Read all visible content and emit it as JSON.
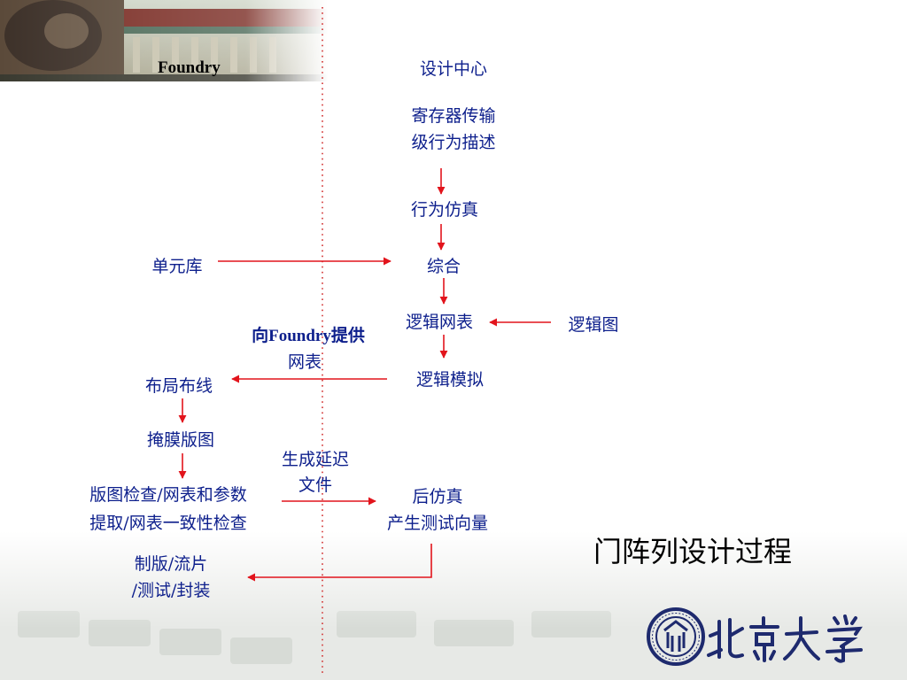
{
  "header": {
    "partner_label": "Foundry",
    "design_center_label": "设计中心"
  },
  "title": "门阵列设计过程",
  "logo": {
    "name": "peking-university-seal",
    "lettering": "北京大学"
  },
  "colors": {
    "text": "#0d1f8c",
    "arrow": "#e2141c",
    "divider": "#d23030",
    "title": "#000000"
  },
  "nodes": {
    "rtl": {
      "line1": "寄存器传输",
      "line2": "级行为描述"
    },
    "behavior_sim": "行为仿真",
    "synthesis": "综合",
    "cell_library": "单元库",
    "netlist": "逻辑网表",
    "logic_diagram": "逻辑图",
    "provide_netlist": {
      "line1": "向Foundry提供",
      "line2": "网表"
    },
    "logic_sim": "逻辑模拟",
    "place_route": "布局布线",
    "mask": "掩膜版图",
    "delay_file": {
      "line1": "生成延迟",
      "line2": "文件"
    },
    "verification": {
      "line1": "版图检查/网表和参数",
      "line2": "提取/网表一致性检查"
    },
    "post_sim": {
      "line1": "后仿真",
      "line2": "产生测试向量"
    },
    "fabrication": {
      "line1": "制版/流片",
      "line2": "/测试/封装"
    }
  }
}
